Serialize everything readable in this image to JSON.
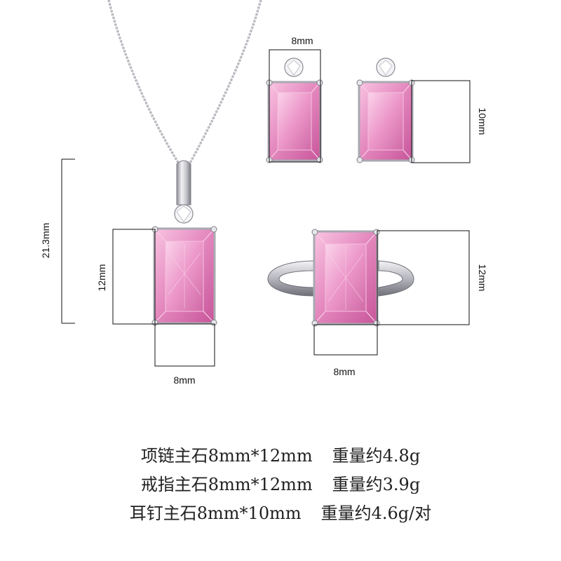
{
  "colors": {
    "gem_light": "#f7b3d8",
    "gem_mid": "#e07ab5",
    "gem_dark": "#b9448a",
    "metal": "#c9c9cf",
    "metal_dark": "#7d7d86",
    "line": "#111111"
  },
  "labels": {
    "earring_width": "8mm",
    "earring_height": "10mm",
    "pendant_total": "21.3mm",
    "pendant_height": "12mm",
    "pendant_width": "8mm",
    "ring_height": "12mm",
    "ring_width": "8mm"
  },
  "specs": [
    {
      "item": "项链主石8mm*12mm",
      "weight": "重量约4.8g"
    },
    {
      "item": "戒指主石8mm*12mm",
      "weight": "重量约3.9g"
    },
    {
      "item": "耳钉主石8mm*10mm",
      "weight": "重量约4.6g/对"
    }
  ]
}
